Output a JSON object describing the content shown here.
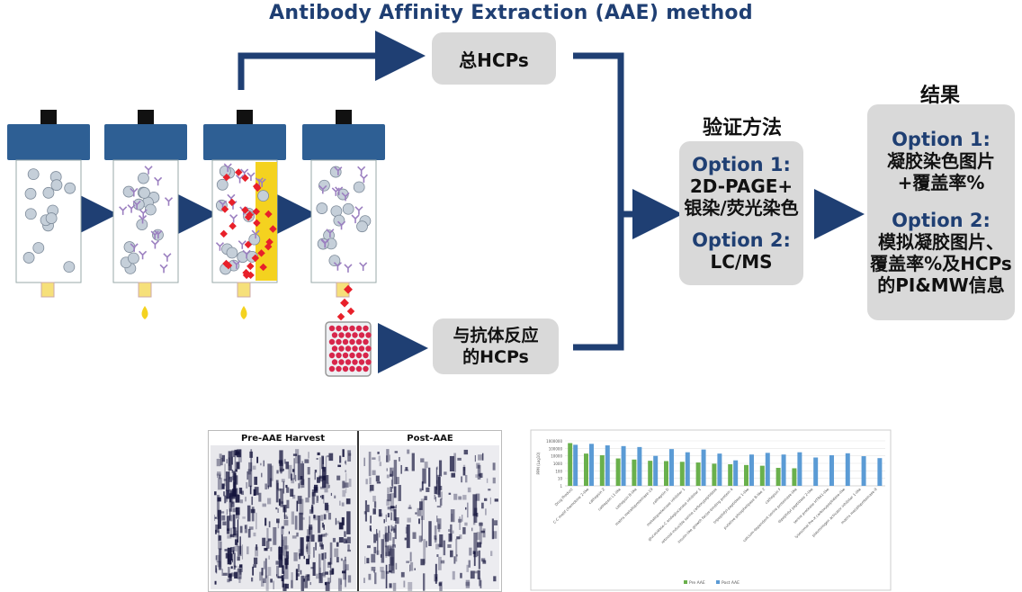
{
  "title": "Antibody Affinity Extraction (AAE) method",
  "boxes": {
    "total_hcps": "总HCPs",
    "reactive_hcps": [
      "与抗体反应",
      "的HCPs"
    ]
  },
  "validation": {
    "header": "验证方法",
    "option1_label": "Option 1:",
    "option1_lines": [
      "2D-PAGE+",
      "银染/荧光染色"
    ],
    "option2_label": "Option 2:",
    "option2_lines": [
      "LC/MS"
    ]
  },
  "results": {
    "header": "结果",
    "option1_label": "Option 1:",
    "option1_lines": [
      "凝胶染色图片",
      "+覆盖率%"
    ],
    "option2_label": "Option 2:",
    "option2_lines": [
      "模拟凝胶图片、",
      "覆盖率%及HCPs",
      "的PI&MW信息"
    ]
  },
  "gel": {
    "pre_label": "Pre-AAE Harvest",
    "post_label": "Post-AAE"
  },
  "colors": {
    "arrow": "#1f3f73",
    "column_cap": "#2e5f94",
    "pill": "#d9d9d9",
    "protein": "#c5cfd9",
    "antibody": "#9b7fc0",
    "hcp": "#e8202a",
    "yellow": "#f4d21f",
    "pre_bar": "#6ab04c",
    "post_bar": "#5b9bd5"
  },
  "chart_data": {
    "type": "bar",
    "title": "",
    "ylabel": "PPM (Log10)",
    "xlabel": "",
    "yticks": [
      "1000000",
      "100000",
      "10000",
      "1000",
      "100",
      "10",
      "1"
    ],
    "categories": [
      "Drug Product",
      "C-C motif chemokine 2-like",
      "cathepsin Z",
      "cathepsin L1-like",
      "cathepsin B-like",
      "matrix metalloproteinase-19",
      "cathepsin D",
      "metalloproteinase inhibitor 1",
      "glucosidase-C endoglucanase inhibitor 1",
      "retinoid-inducible serine carboxypeptidase",
      "insulin-like growth factor-binding protein 4",
      "tripeptidyl-peptidase 1-like",
      "putative phospholipase B-like 2",
      "cathepsin F",
      "calcium-dependent serine proteinase-like",
      "dipeptidyl peptidase 2-like",
      "serine protease HTRA1-like",
      "lysosomal Pro-X carboxypeptidase-like",
      "plasminogen activator inhibitor 1-like",
      "matrix metalloproteinase-9"
    ],
    "series": [
      {
        "name": "Pre AAE",
        "values": [
          500000,
          20000,
          12000,
          4500,
          3200,
          2200,
          2000,
          1600,
          1300,
          900,
          750,
          600,
          480,
          250,
          220,
          null,
          null,
          null,
          null,
          null
        ]
      },
      {
        "name": "Post AAE",
        "values": [
          300000,
          400000,
          250000,
          200000,
          150000,
          10000,
          80000,
          30000,
          70000,
          20000,
          2500,
          15000,
          25000,
          15000,
          30000,
          6000,
          12000,
          22000,
          9000,
          5000
        ]
      }
    ],
    "legend_position": "bottom",
    "grid": true
  }
}
